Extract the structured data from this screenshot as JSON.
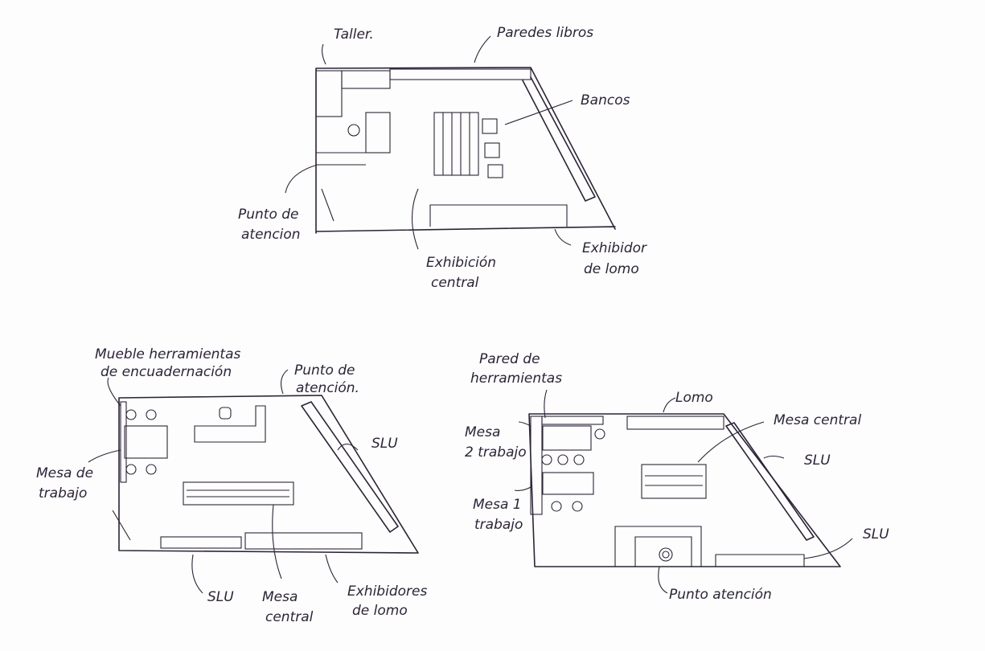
{
  "plan_1": {
    "taller": "Taller.",
    "paredes_libros": "Paredes libros",
    "bancos": "Bancos",
    "punto_atencion": [
      "Punto de",
      "atencion"
    ],
    "exhibicion_central": [
      "Exhibición",
      "central"
    ],
    "exhibidor_lomo": [
      "Exhibidor",
      "de lomo"
    ]
  },
  "plan_2": {
    "mueble": [
      "Mueble herramientas",
      "de encuadernación"
    ],
    "punto_atencion": [
      "Punto de",
      "atención."
    ],
    "slu_right": "SLU",
    "mesa_trabajo": [
      "Mesa de",
      "trabajo"
    ],
    "slu_bottom": "SLU",
    "mesa_central": [
      "Mesa",
      "central"
    ],
    "exhibidores_lomo": [
      "Exhibidores",
      "de lomo"
    ]
  },
  "plan_3": {
    "pared_herramientas": [
      "Pared de",
      "herramientas"
    ],
    "lomo": "Lomo",
    "mesa_central": "Mesa central",
    "mesa_2": [
      "Mesa",
      "2 trabajo"
    ],
    "slu_right": "SLU",
    "mesa_1": [
      "Mesa 1",
      "trabajo"
    ],
    "slu_bottom": "SLU",
    "punto_atencion": "Punto atención"
  }
}
